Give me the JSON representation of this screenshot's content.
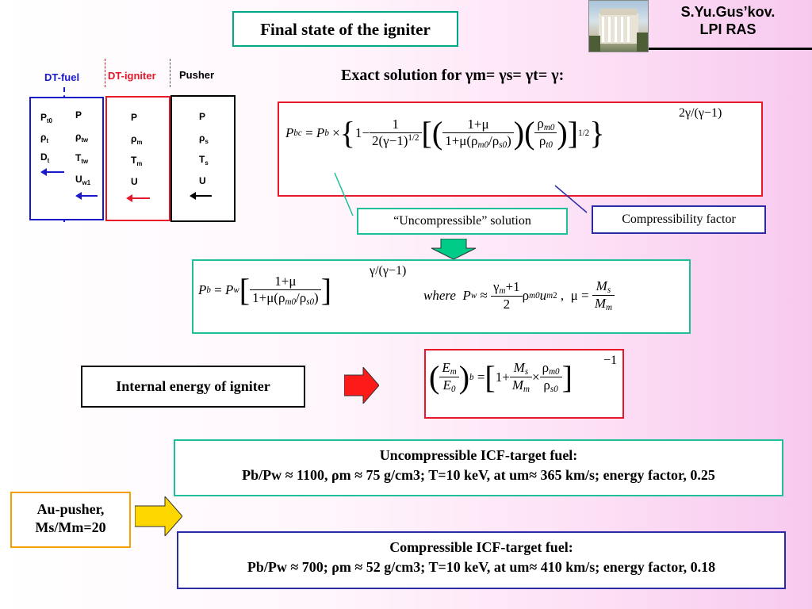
{
  "header": {
    "title": "Final state of the igniter",
    "author_line1": "S.Yu.Gus’kov.",
    "author_line2": "LPI RAS"
  },
  "diagram": {
    "label_fuel": "DT-fuel",
    "label_igniter": "DT-igniter",
    "label_pusher": "Pusher",
    "fuel_left": [
      "P",
      "ρ",
      "D"
    ],
    "fuel_left_subs": [
      "t0",
      "t",
      "t"
    ],
    "fuel_right": [
      "P",
      "ρ",
      "T",
      "U"
    ],
    "fuel_right_subs": [
      "",
      "tw",
      "tw",
      "w1"
    ],
    "igniter": [
      "P",
      "ρ",
      "T",
      "U"
    ],
    "igniter_subs": [
      "",
      "m",
      "m",
      ""
    ],
    "pusher": [
      "P",
      "ρ",
      "T",
      "U"
    ],
    "pusher_subs": [
      "",
      "s",
      "s",
      ""
    ]
  },
  "exact_heading": "Exact solution for  γm=  γs=  γt=  γ:",
  "callouts": {
    "uncompressible": "“Uncompressible” solution",
    "compressibility": "Compressibility factor"
  },
  "where_text": "where",
  "internal_energy_label": "Internal energy of  igniter",
  "results": {
    "uncompressible_title": "Uncompressible ICF-target fuel:",
    "uncompressible_line": "Pb/Pw ≈ 1100, ρm ≈ 75 g/cm3; T=10 keV, at um≈ 365 km/s; energy factor, 0.25",
    "compressible_title": "Compressible ICF-target fuel:",
    "compressible_line": "Pb/Pw ≈ 700;  ρm ≈ 52 g/cm3; T=10 keV, at um≈ 410 km/s; energy factor, 0.18"
  },
  "au_pusher": {
    "line1": "Au-pusher,",
    "line2": "Ms/Mm=20"
  },
  "colors": {
    "title_border": "#00a887",
    "red_border": "#e8182b",
    "blue_border": "#2b2ba8",
    "teal_border": "#1fbf9a",
    "orange_border": "#f5a000",
    "green_arrow": "#00cc88",
    "red_arrow": "#ff1a1a",
    "yellow_arrow": "#ffd700"
  }
}
